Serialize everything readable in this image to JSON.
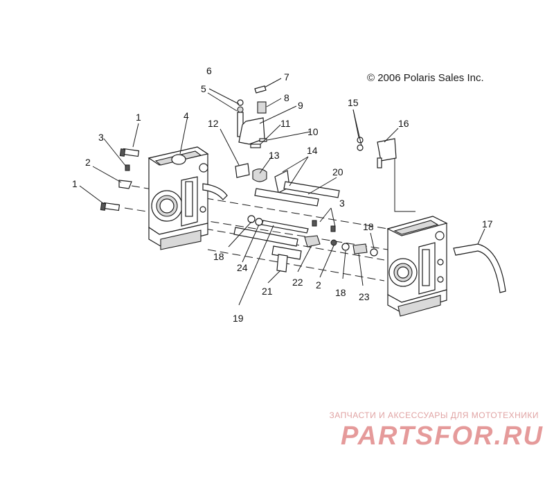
{
  "copyright": "© 2006 Polaris Sales Inc.",
  "watermark": {
    "tagline": "ЗАПЧАСТИ И АКСЕССУАРЫ ДЛЯ МОТОТЕХНИКИ",
    "logo_text": "PARTSFOR.RU",
    "color": "#e59a9a"
  },
  "callouts": [
    "1",
    "1",
    "2",
    "2",
    "3",
    "3",
    "4",
    "5",
    "6",
    "7",
    "8",
    "9",
    "10",
    "11",
    "12",
    "13",
    "14",
    "15",
    "16",
    "17",
    "18",
    "18",
    "18",
    "19",
    "20",
    "21",
    "22",
    "23",
    "24"
  ]
}
